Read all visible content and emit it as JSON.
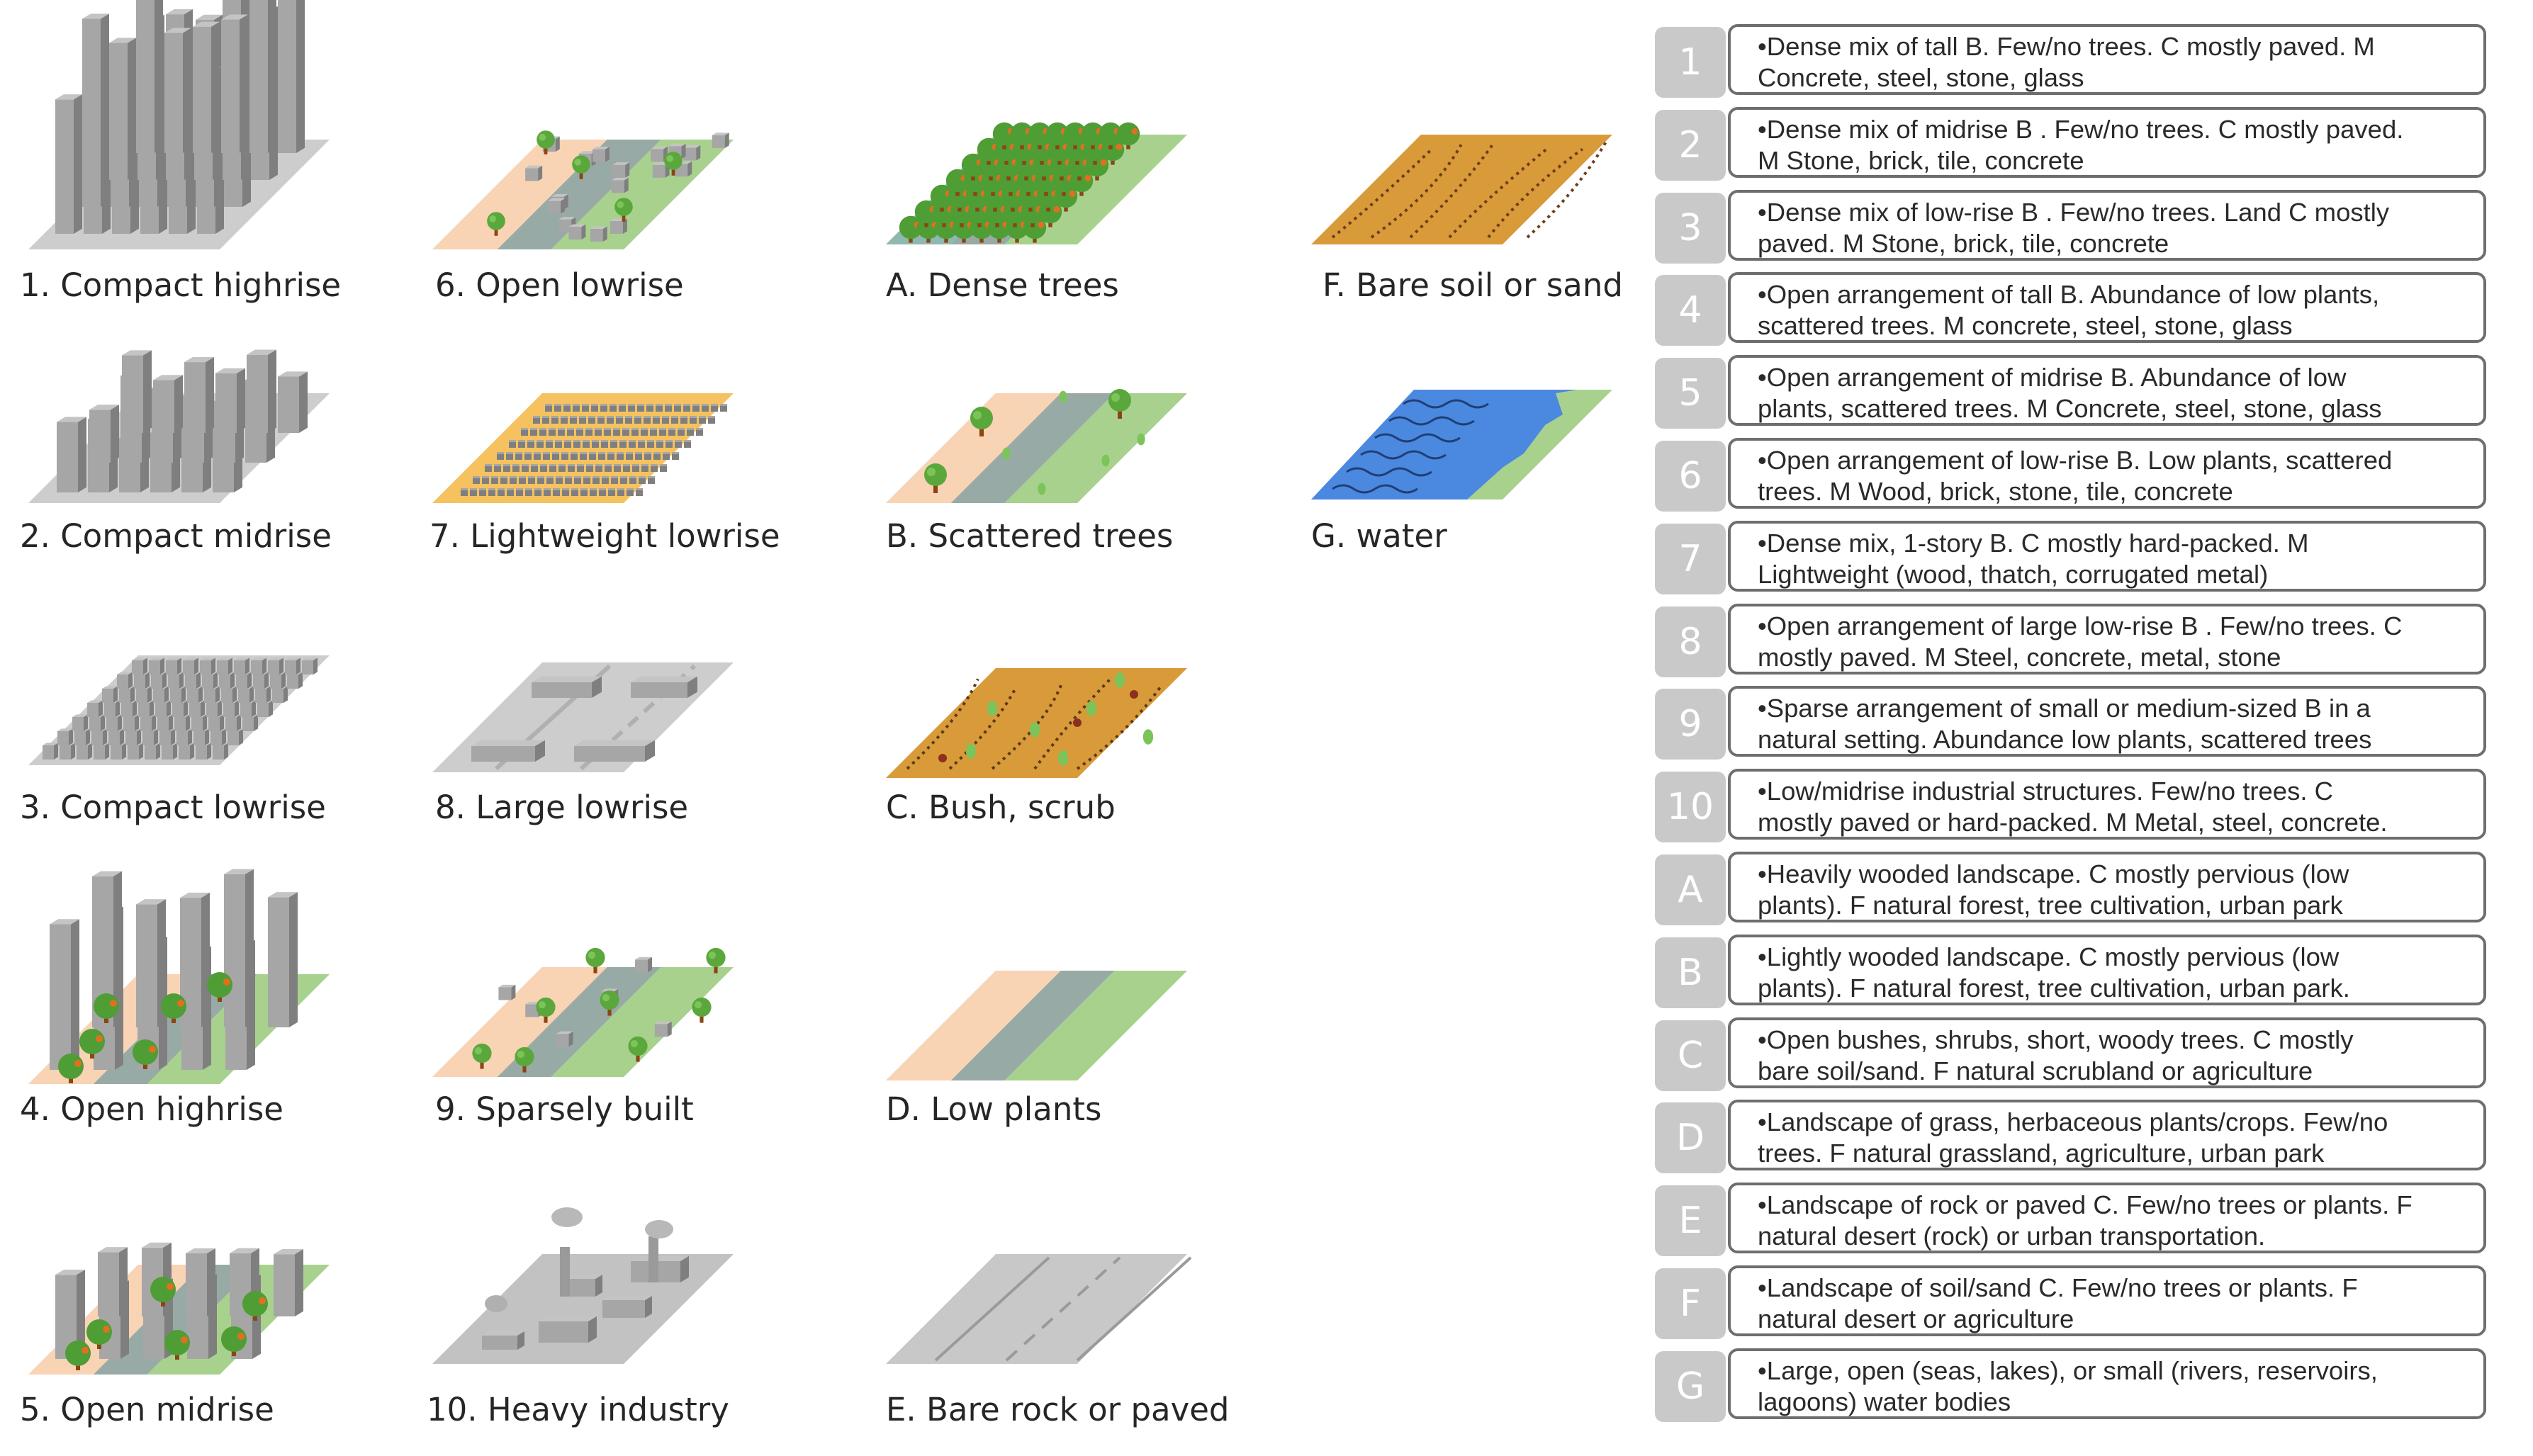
{
  "classes": {
    "c1": "1. Compact highrise",
    "c2": "2. Compact midrise",
    "c3": "3. Compact lowrise",
    "c4": "4. Open highrise",
    "c5": "5. Open midrise",
    "c6": "6. Open lowrise",
    "c7": "7. Lightweight lowrise",
    "c8": "8. Large lowrise",
    "c9": "9. Sparsely built",
    "c10": "10. Heavy industry",
    "cA": "A. Dense trees",
    "cB": "B. Scattered trees",
    "cC": "C. Bush, scrub",
    "cD": "D. Low plants",
    "cE": "E. Bare rock or paved",
    "cF": "F. Bare soil or sand",
    "cG": "G. water"
  },
  "legend": [
    {
      "key": "1",
      "line1": "•Dense mix of tall B. Few/no trees. C mostly paved. M",
      "line2": "Concrete, steel, stone, glass"
    },
    {
      "key": "2",
      "line1": "•Dense mix of midrise B . Few/no trees. C mostly paved.",
      "line2": "M Stone, brick, tile, concrete"
    },
    {
      "key": "3",
      "line1": "•Dense mix of low-rise B . Few/no trees. Land C mostly",
      "line2": "paved. M Stone, brick, tile, concrete"
    },
    {
      "key": "4",
      "line1": "•Open arrangement of tall B. Abundance of low plants,",
      "line2": "scattered trees. M concrete, steel, stone, glass"
    },
    {
      "key": "5",
      "line1": "•Open arrangement of midrise B. Abundance of low",
      "line2": "plants, scattered trees. M Concrete, steel, stone, glass"
    },
    {
      "key": "6",
      "line1": "•Open arrangement of low-rise B. Low plants, scattered",
      "line2": "trees. M Wood, brick, stone, tile, concrete"
    },
    {
      "key": "7",
      "line1": "•Dense mix, 1-story B. C mostly hard-packed. M",
      "line2": "Lightweight (wood, thatch, corrugated metal)"
    },
    {
      "key": "8",
      "line1": "•Open arrangement of large low-rise B . Few/no trees. C",
      "line2": "mostly paved. M Steel, concrete, metal, stone"
    },
    {
      "key": "9",
      "line1": "•Sparse arrangement of small or medium-sized B in a",
      "line2": "natural setting. Abundance low plants, scattered trees"
    },
    {
      "key": "10",
      "line1": "•Low/midrise industrial structures. Few/no trees. C",
      "line2": "mostly paved or hard-packed. M Metal, steel, concrete."
    },
    {
      "key": "A",
      "line1": "•Heavily wooded landscape. C mostly pervious (low",
      "line2": "plants). F natural forest, tree cultivation, urban park"
    },
    {
      "key": "B",
      "line1": "•Lightly wooded landscape. C mostly pervious (low",
      "line2": "plants). F natural forest, tree cultivation, urban park."
    },
    {
      "key": "C",
      "line1": "•Open bushes, shrubs, short, woody trees. C mostly",
      "line2": "bare soil/sand. F natural scrubland or agriculture"
    },
    {
      "key": "D",
      "line1": "•Landscape of grass, herbaceous plants/crops. Few/no",
      "line2": "trees. F natural grassland, agriculture, urban park"
    },
    {
      "key": "E",
      "line1": "•Landscape of rock or paved C. Few/no trees or plants. F",
      "line2": "natural desert (rock) or urban transportation."
    },
    {
      "key": "F",
      "line1": "•Landscape of soil/sand C. Few/no trees or plants. F",
      "line2": "natural desert or agriculture"
    },
    {
      "key": "G",
      "line1": "•Large, open (seas, lakes), or small (rivers, reservoirs,",
      "line2": "lagoons) water bodies"
    }
  ],
  "colors": {
    "paved": "#cdcdcd",
    "building": "#a6a6a6",
    "building_dark": "#7f7f7f",
    "soil_pink": "#f8d3b4",
    "road_slate": "#98aaa6",
    "grass": "#a9d18e",
    "sand": "#f5c25f",
    "soil": "#d99a3a",
    "water": "#4b88e0",
    "tree": "#5aa83c",
    "trunk": "#a0522d",
    "badge": "#c9c9c9",
    "border": "#6e6e6e"
  }
}
